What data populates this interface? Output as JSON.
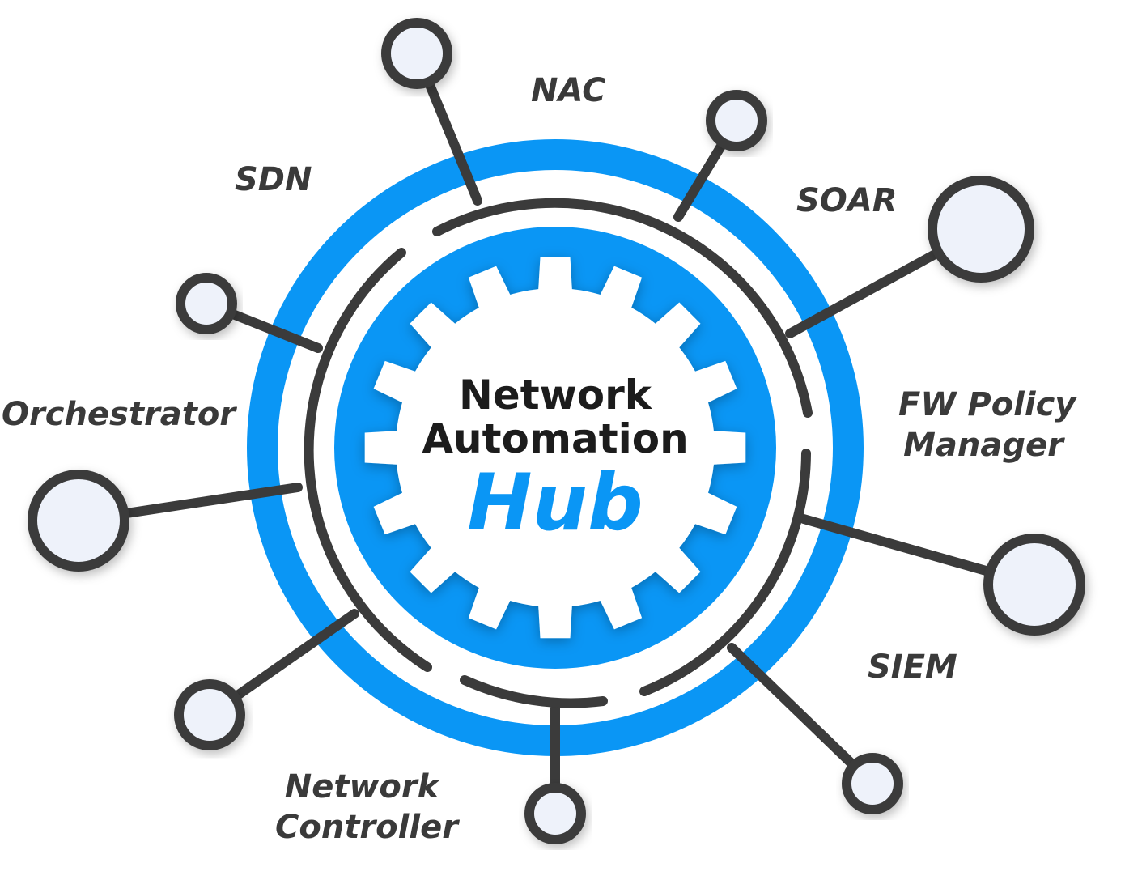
{
  "hub": {
    "line1": "Network",
    "line2": "Automation",
    "line3": "Hub"
  },
  "nodes": {
    "nac": "NAC",
    "sdn": "SDN",
    "soar": "SOAR",
    "orchestrator": "Orchestrator",
    "fw_line1": "FW Policy",
    "fw_line2": "Manager",
    "siem": "SIEM",
    "nc_line1": "Network",
    "nc_line2": "Controller"
  },
  "colors": {
    "accent_blue": "#0a96f5",
    "dark_gray": "#3b3b3b",
    "node_fill": "#eef2fa",
    "white": "#ffffff"
  },
  "icons": {
    "center": "gear-icon"
  }
}
